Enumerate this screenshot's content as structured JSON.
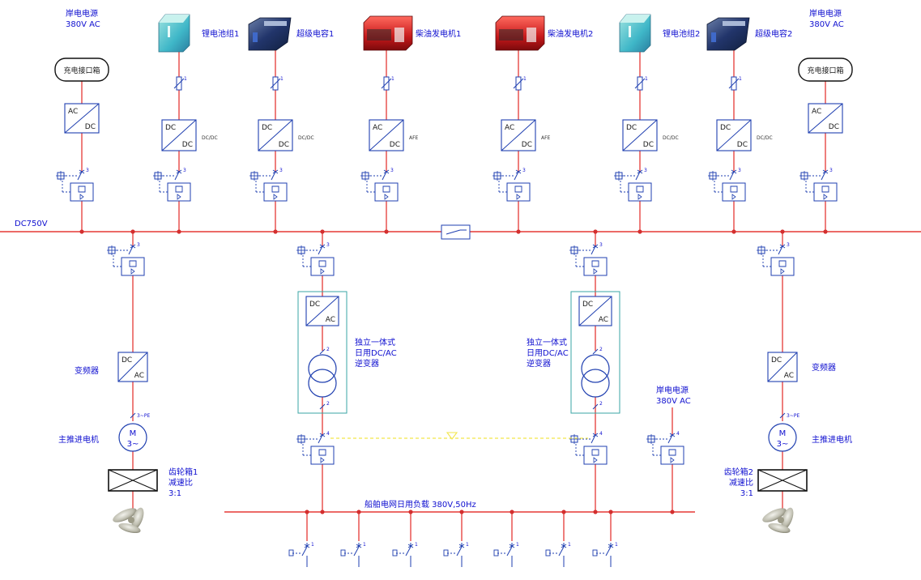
{
  "sources": {
    "shore_left": {
      "title": "岸电电源",
      "voltage": "380V AC",
      "box": "充电接口箱"
    },
    "shore_right": {
      "title": "岸电电源",
      "voltage": "380V AC",
      "box": "充电接口箱"
    },
    "battery1": "锂电池组1",
    "supercap1": "超级电容1",
    "diesel1": "柴油发电机1",
    "diesel2": "柴油发电机2",
    "battery2": "锂电池组2",
    "supercap2": "超级电容2"
  },
  "converter_text": {
    "ac": "AC",
    "dc": "DC",
    "dcdc_tag": "DC/DC",
    "afe_tag": "AFE",
    "fuse_num": "1",
    "breaker_num": "3",
    "breaker_num4": "4",
    "tx_num": "2",
    "pe": "3~PE",
    "motor_m": "M",
    "motor_3": "3~"
  },
  "bus": {
    "dc_label": "DC750V",
    "ac_label": "船舶电网日用负载 380V,50Hz"
  },
  "propulsion_left": {
    "vfd": "变频器",
    "motor": "主推进电机",
    "gearbox": "齿轮箱1",
    "ratio_label": "减速比",
    "ratio": "3:1"
  },
  "propulsion_right": {
    "vfd": "变频器",
    "motor": "主推进电机",
    "gearbox": "齿轮箱2",
    "ratio_label": "减速比",
    "ratio": "3:1"
  },
  "inverter_left": {
    "line1": "独立一体式",
    "line2": "日用DC/AC",
    "line3": "逆变器"
  },
  "inverter_right": {
    "line1": "独立一体式",
    "line2": "日用DC/AC",
    "line3": "逆变器"
  },
  "shore_ac": {
    "title": "岸电电源",
    "voltage": "380V AC"
  },
  "colors": {
    "line": "#e53935",
    "bus": "#e53935",
    "symbol": "#1f3fb0",
    "dot": "#d32f2f",
    "frame": "#3aa5a5",
    "dashed": "#f2e64a",
    "text": "#1010d0"
  }
}
